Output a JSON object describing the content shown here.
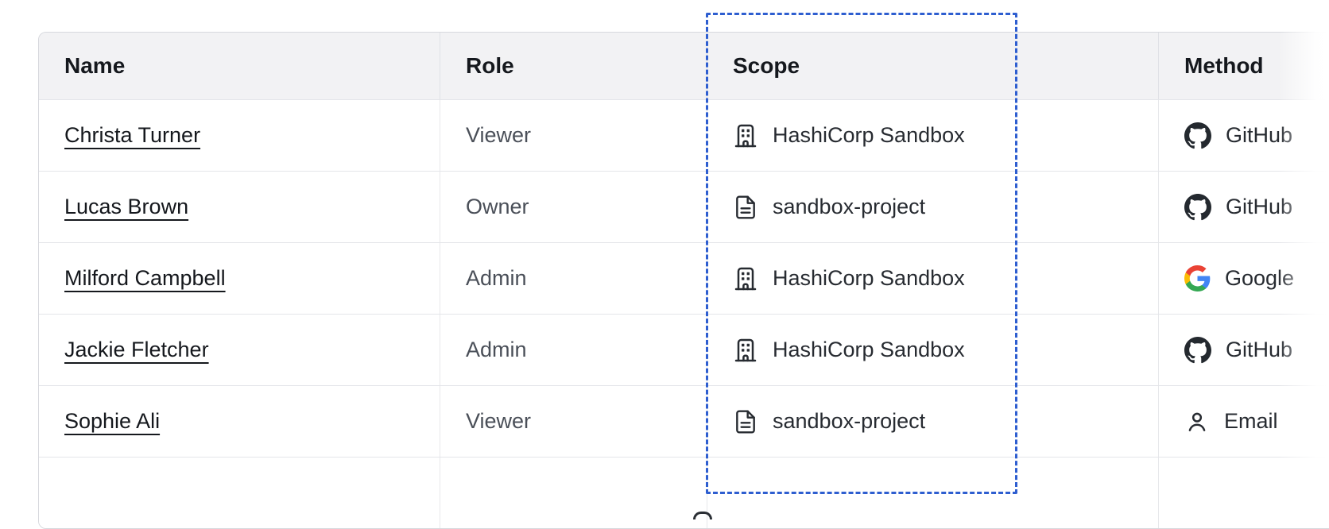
{
  "table": {
    "columns": [
      {
        "label": "Name"
      },
      {
        "label": "Role"
      },
      {
        "label": "Scope"
      },
      {
        "label": "Method"
      }
    ],
    "rows": [
      {
        "name": "Christa Turner",
        "role": "Viewer",
        "scope": "HashiCorp Sandbox",
        "scope_icon": "building-icon",
        "method": "GitHub",
        "method_icon": "github-icon"
      },
      {
        "name": "Lucas Brown",
        "role": "Owner",
        "scope": "sandbox-project",
        "scope_icon": "document-icon",
        "method": "GitHub",
        "method_icon": "github-icon"
      },
      {
        "name": "Milford Campbell",
        "role": "Admin",
        "scope": "HashiCorp Sandbox",
        "scope_icon": "building-icon",
        "method": "Google",
        "method_icon": "google-icon"
      },
      {
        "name": "Jackie Fletcher",
        "role": "Admin",
        "scope": "HashiCorp Sandbox",
        "scope_icon": "building-icon",
        "method": "GitHub",
        "method_icon": "github-icon"
      },
      {
        "name": "Sophie Ali",
        "role": "Viewer",
        "scope": "sandbox-project",
        "scope_icon": "document-icon",
        "method": "Email",
        "method_icon": "person-icon"
      }
    ]
  },
  "highlight": {
    "target": "scope-column",
    "style": "dashed",
    "border_color": "#2e5ed0"
  },
  "colors": {
    "header_bg": "#f2f2f4",
    "row_border": "#e4e5e9",
    "text_primary": "#15181d",
    "text_secondary": "#4a4f58",
    "github_icon": "#24292f"
  }
}
